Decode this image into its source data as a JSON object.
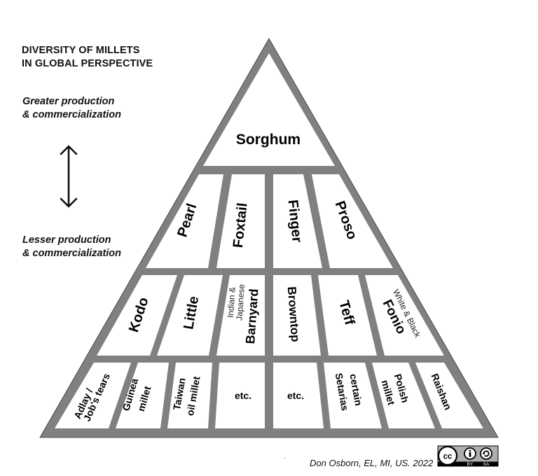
{
  "title": {
    "line1": "DIVERSITY OF MILLETS",
    "line2": "IN GLOBAL PERSPECTIVE"
  },
  "scale": {
    "top_line1": "Greater production",
    "top_line2": "& commercialization",
    "bottom_line1": "Lesser production",
    "bottom_line2": "& commercialization",
    "arrow_icon": "double-headed-vertical-arrow"
  },
  "pyramid": {
    "frame_color": "#808080",
    "fill_color": "#ffffff",
    "tiers": [
      {
        "level": 1,
        "cells": [
          {
            "label": "Sorghum"
          }
        ]
      },
      {
        "level": 2,
        "cells": [
          {
            "label": "Pearl"
          },
          {
            "label": "Foxtail"
          },
          {
            "label": "Finger"
          },
          {
            "label": "Proso"
          }
        ]
      },
      {
        "level": 3,
        "cells": [
          {
            "label": "Kodo"
          },
          {
            "label": "Little"
          },
          {
            "label": "Barnyard",
            "sublabel_line1": "Indian &",
            "sublabel_line2": "Japanese"
          },
          {
            "label": "Browntop"
          },
          {
            "label": "Teff"
          },
          {
            "label": "Fonio",
            "sublabel_line1": "White & Black"
          }
        ]
      },
      {
        "level": 4,
        "cells": [
          {
            "label_line1": "Adlay /",
            "label_line2": "Job's tears"
          },
          {
            "label_line1": "Guinea",
            "label_line2": "millet"
          },
          {
            "label_line1": "Taiwan",
            "label_line2": "oil millet"
          },
          {
            "label_line1": "etc."
          },
          {
            "label_line1": "etc."
          },
          {
            "label_line1": "certain",
            "label_line2": "Setarias"
          },
          {
            "label_line1": "Polish",
            "label_line2": "millet"
          },
          {
            "label_line1": "Raishan"
          }
        ]
      }
    ]
  },
  "credit": "Don Osborn, EL, MI, US. 2022",
  "license": {
    "icon": "cc-by-sa-icon",
    "cc": "cc",
    "by": "BY",
    "sa": "SA"
  }
}
